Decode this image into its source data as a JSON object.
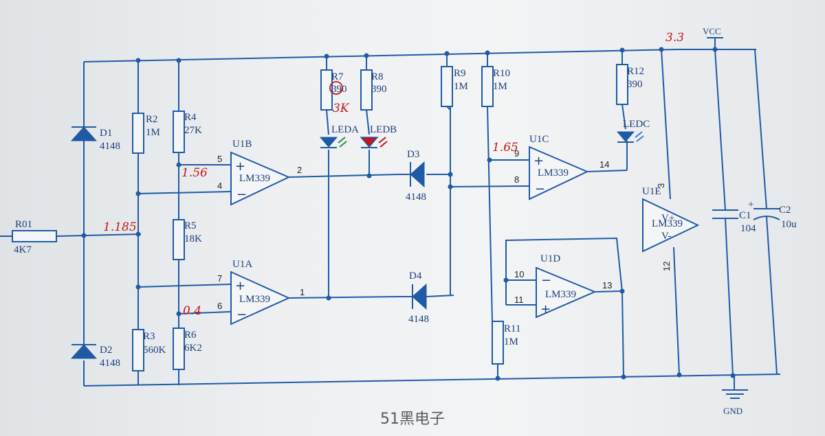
{
  "components": {
    "r01": {
      "ref": "R01",
      "value": "4K7"
    },
    "r2": {
      "ref": "R2",
      "value": "1M"
    },
    "r3": {
      "ref": "R3",
      "value": "560K"
    },
    "r4": {
      "ref": "R4",
      "value": "27K"
    },
    "r5": {
      "ref": "R5",
      "value": "18K"
    },
    "r6": {
      "ref": "R6",
      "value": "6K2"
    },
    "r7": {
      "ref": "R7",
      "value": "390"
    },
    "r8": {
      "ref": "R8",
      "value": "390"
    },
    "r9": {
      "ref": "R9",
      "value": "1M"
    },
    "r10": {
      "ref": "R10",
      "value": "1M"
    },
    "r11": {
      "ref": "R11",
      "value": "1M"
    },
    "r12": {
      "ref": "R12",
      "value": "390"
    },
    "d1": {
      "ref": "D1",
      "value": "4148"
    },
    "d2": {
      "ref": "D2",
      "value": "4148"
    },
    "d3": {
      "ref": "D3",
      "value": "4148"
    },
    "d4": {
      "ref": "D4",
      "value": "4148"
    },
    "leda": {
      "ref": "LEDA"
    },
    "ledb": {
      "ref": "LEDB"
    },
    "ledc": {
      "ref": "LEDC"
    },
    "u1a": {
      "ref": "U1A",
      "part": "LM339",
      "pin_plus": "7",
      "pin_minus": "6",
      "pin_out": "1"
    },
    "u1b": {
      "ref": "U1B",
      "part": "LM339",
      "pin_plus": "5",
      "pin_minus": "4",
      "pin_out": "2"
    },
    "u1c": {
      "ref": "U1C",
      "part": "LM339",
      "pin_plus": "9",
      "pin_minus": "8",
      "pin_out": "14"
    },
    "u1d": {
      "ref": "U1D",
      "part": "LM339",
      "pin_minus": "10",
      "pin_plus": "11",
      "pin_out": "13"
    },
    "u1e": {
      "ref": "U1E",
      "part": "LM339",
      "pin_vplus": "3",
      "pin_vminus": "12",
      "vplus": "V+",
      "vminus": "V-"
    },
    "c1": {
      "ref": "C1",
      "value": "104"
    },
    "c2": {
      "ref": "C2",
      "value": "10u"
    }
  },
  "rails": {
    "vcc": "VCC",
    "gnd": "GND"
  },
  "handwritten": {
    "supply": "3.3",
    "r7_new_value": "3K",
    "input_node": "1.185",
    "u1b_ref": "1.56",
    "u1a_ref": "0.4",
    "u1c_ref": "1.65"
  },
  "watermark": "51黑电子"
}
